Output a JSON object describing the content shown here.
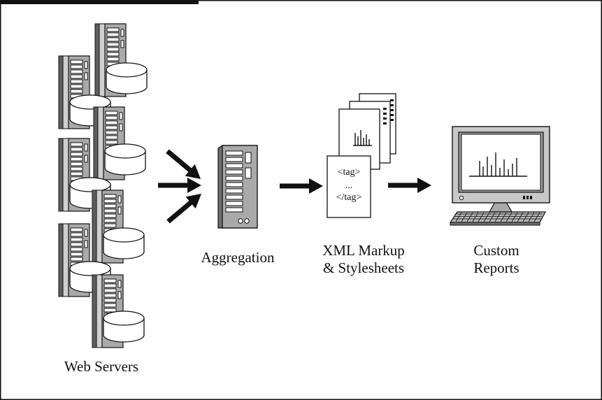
{
  "labels": {
    "web_servers": "Web Servers",
    "aggregation": "Aggregation",
    "xml_line1": "XML Markup",
    "xml_line2": "& Stylesheets",
    "reports_line1": "Custom",
    "reports_line2": "Reports"
  },
  "document": {
    "tag_open": "<tag>",
    "ellipsis": "...",
    "tag_close": "</tag>"
  },
  "colors": {
    "ink": "#111111",
    "server_gray": "#a9a9a9",
    "dark_gray": "#6e6e6e",
    "screen_gray": "#9a9a9a",
    "monitor_body": "#c8c8c8"
  }
}
